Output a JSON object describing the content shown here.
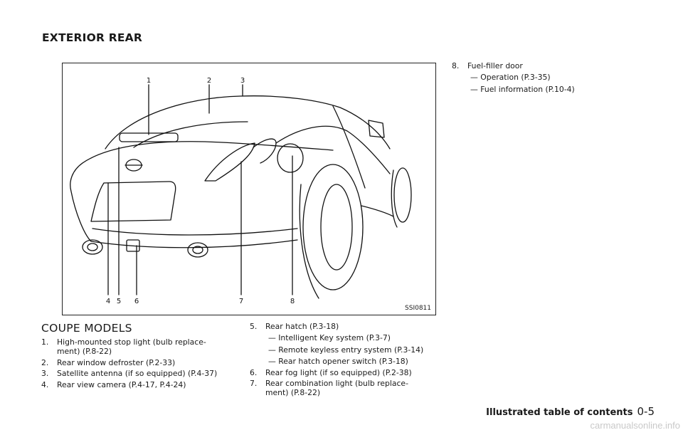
{
  "section_title": "EXTERIOR REAR",
  "figure": {
    "code": "SSI0811",
    "callouts_top": [
      "1",
      "2",
      "3"
    ],
    "callouts_bottom": [
      "4",
      "5",
      "6",
      "7",
      "8"
    ]
  },
  "subsection_title": "COUPE MODELS",
  "items_col1": [
    {
      "num": "1.",
      "text": "High-mounted stop light (bulb replace-",
      "cont": "ment) (P.8-22)"
    },
    {
      "num": "2.",
      "text": "Rear window defroster (P.2-33)"
    },
    {
      "num": "3.",
      "text": "Satellite antenna (if so equipped) (P.4-37)"
    },
    {
      "num": "4.",
      "text": "Rear view camera (P.4-17, P.4-24)"
    }
  ],
  "items_col2": {
    "item5": {
      "num": "5.",
      "text": "Rear hatch (P.3-18)",
      "subs": [
        "— Intelligent Key system (P.3-7)",
        "— Remote keyless entry system (P.3-14)",
        "— Rear hatch opener switch (P.3-18)"
      ]
    },
    "item6": {
      "num": "6.",
      "text": "Rear fog light (if so equipped) (P.2-38)"
    },
    "item7": {
      "num": "7.",
      "text": "Rear combination light (bulb replace-",
      "cont": "ment) (P.8-22)"
    }
  },
  "items_col3": {
    "item8": {
      "num": "8.",
      "text": "Fuel-filler door",
      "subs": [
        "— Operation (P.3-35)",
        "— Fuel information (P.10-4)"
      ]
    }
  },
  "footer": {
    "label": "Illustrated table of contents",
    "page": "0-5"
  },
  "watermark": "carmanualsonline.info"
}
